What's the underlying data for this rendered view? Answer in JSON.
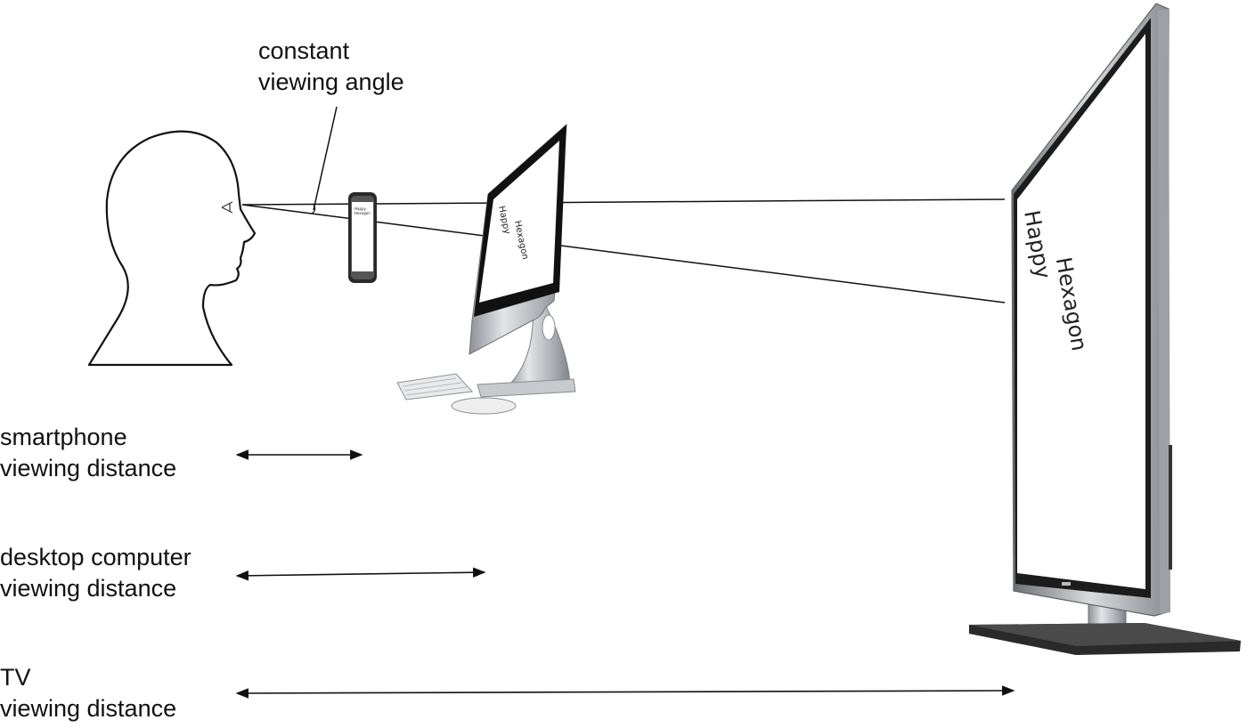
{
  "annotation": {
    "line1": "constant",
    "line2": "viewing angle"
  },
  "distances": [
    {
      "line1": "smartphone",
      "line2": "viewing distance"
    },
    {
      "line1": "desktop computer",
      "line2": "viewing distance"
    },
    {
      "line1": "TV",
      "line2": "viewing distance"
    }
  ],
  "screen_text": {
    "line1": "Happy",
    "line2": "Hexagon"
  },
  "colors": {
    "line": "#111111",
    "device_frame": "#1a1a1a",
    "metal": "#b9bcc0",
    "background": "#ffffff"
  }
}
